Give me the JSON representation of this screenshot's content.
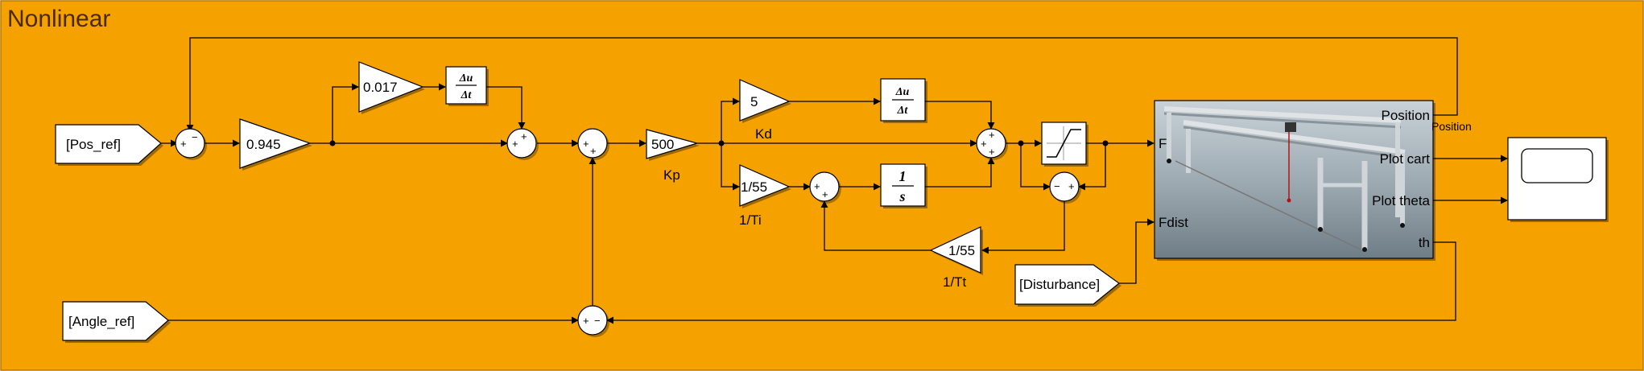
{
  "subsystem": {
    "title": "Nonlinear",
    "background_color": "#F5A200"
  },
  "inputs": {
    "pos_ref": "[Pos_ref]",
    "angle_ref": "[Angle_ref]",
    "disturbance": "[Disturbance]"
  },
  "gains": {
    "g_0945": "0.945",
    "g_0017": "0.017",
    "g_5": "5",
    "g_500": "500",
    "g_ti": "1/55",
    "g_tt": "1/55"
  },
  "gain_labels": {
    "kp": "Kp",
    "kd": "Kd",
    "ti": "1/Ti",
    "tt": "1/Tt"
  },
  "blocks": {
    "derivative_num": "Δu",
    "derivative_den": "Δt",
    "integrator_num": "1",
    "integrator_den": "s"
  },
  "plant": {
    "in_f": "F",
    "in_fdist": "Fdist",
    "out_position": "Position",
    "out_plot_cart": "Plot cart",
    "out_plot_theta": "Plot theta",
    "out_th": "th"
  },
  "signals": {
    "position": "Position"
  },
  "icons": [
    "gain-triangle",
    "sum-circle",
    "derivative-block",
    "integrator-block",
    "saturation-block",
    "scope-block",
    "gantry-crane-image"
  ]
}
